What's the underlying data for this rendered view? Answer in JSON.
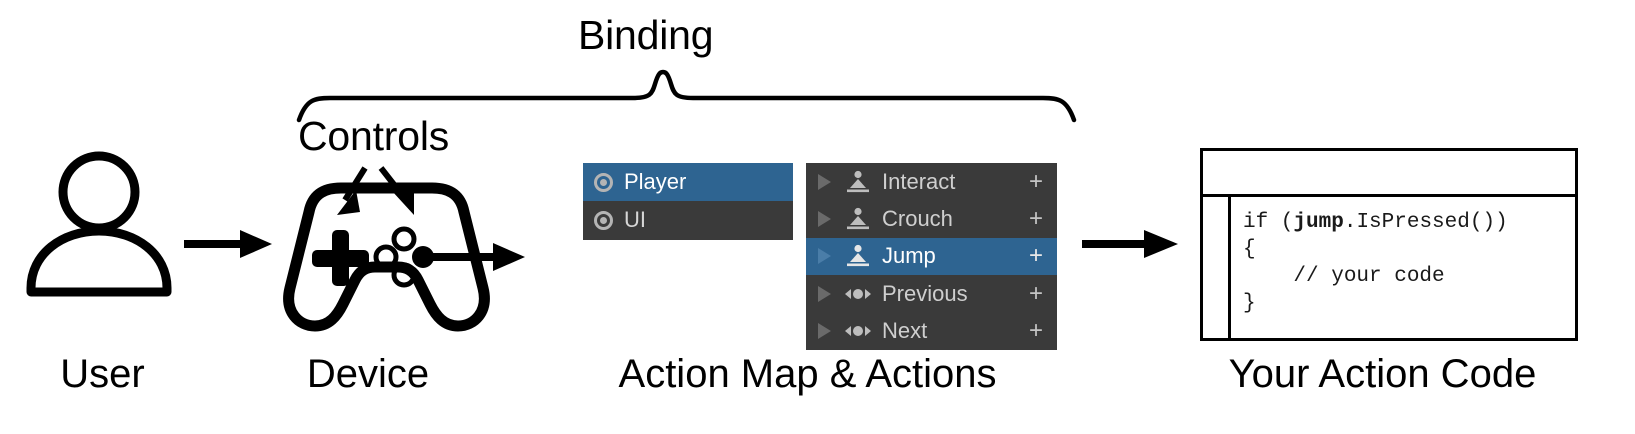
{
  "annotations": {
    "binding": "Binding",
    "controls": "Controls"
  },
  "captions": {
    "user": "User",
    "device": "Device",
    "action_map": "Action Map & Actions",
    "code": "Your Action Code"
  },
  "icons": {
    "user": "person-icon",
    "device": "gamepad-icon",
    "arrow": "arrow-right-icon"
  },
  "action_map_panel": {
    "rows": [
      {
        "label": "Player",
        "selected": true,
        "icon": "radio-button-icon"
      },
      {
        "label": "UI",
        "selected": false,
        "icon": "radio-button-icon"
      }
    ]
  },
  "actions_panel": {
    "add_label": "+",
    "rows": [
      {
        "label": "Interact",
        "selected": false,
        "icon": "button-action-icon",
        "expander": "chevron-right-icon"
      },
      {
        "label": "Crouch",
        "selected": false,
        "icon": "button-action-icon",
        "expander": "chevron-right-icon"
      },
      {
        "label": "Jump",
        "selected": true,
        "icon": "button-action-icon",
        "expander": "chevron-right-icon"
      },
      {
        "label": "Previous",
        "selected": false,
        "icon": "axis-action-icon",
        "expander": "chevron-right-icon"
      },
      {
        "label": "Next",
        "selected": false,
        "icon": "axis-action-icon",
        "expander": "chevron-right-icon"
      }
    ]
  },
  "code_window": {
    "title": "",
    "lines": [
      {
        "segments": [
          {
            "t": "if (",
            "b": false
          },
          {
            "t": "jump",
            "b": true
          },
          {
            "t": ".IsPressed())",
            "b": false
          }
        ]
      },
      {
        "segments": [
          {
            "t": "{",
            "b": false
          }
        ]
      },
      {
        "segments": [
          {
            "t": "    // your code",
            "b": false
          }
        ]
      },
      {
        "segments": [
          {
            "t": "}",
            "b": false
          }
        ]
      }
    ]
  },
  "colors": {
    "selection_blue": "#2e6491",
    "panel_dark": "#3a3a3a",
    "text_light": "#cfcfcf",
    "background": "#ffffff",
    "line_art": "#000000"
  }
}
